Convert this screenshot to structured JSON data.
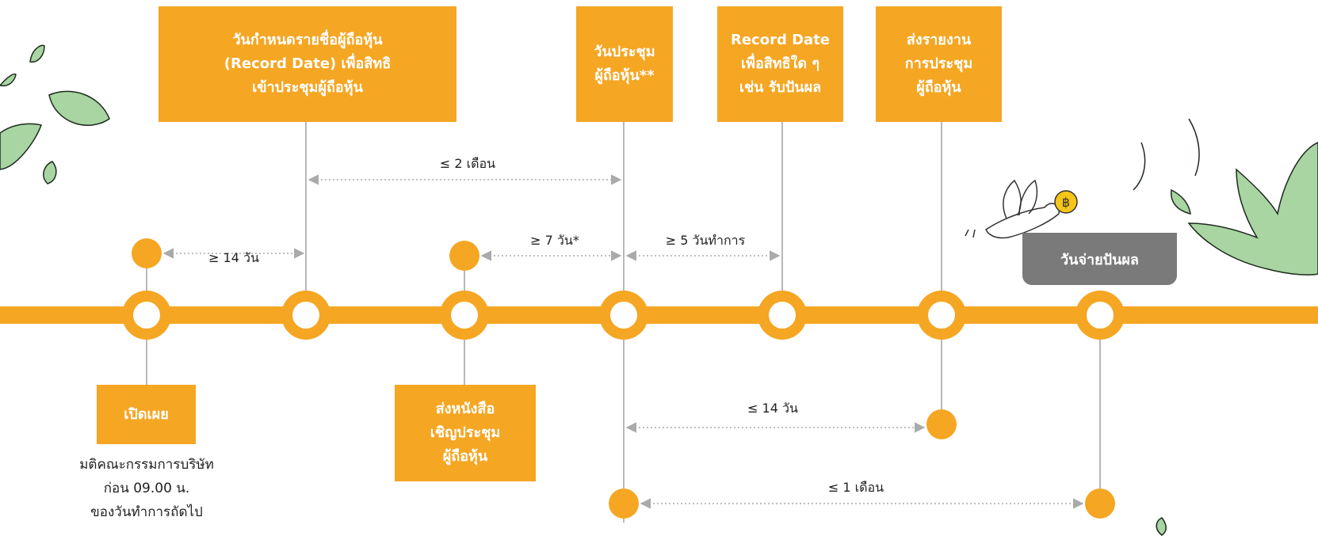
{
  "colors": {
    "accent": "#F5A623",
    "arrow": "#AAAAAA",
    "leaf": "#A8D5A2",
    "gray_box": "#7A7A7A"
  },
  "milestones": {
    "record_date_meeting": "วันกำหนดรายชื่อผู้ถือหุ้น\n(Record Date) เพื่อสิทธิ\nเข้าประชุมผู้ถือหุ้น",
    "meeting_day": "วันประชุม\nผู้ถือหุ้น**",
    "record_date_dividend": "Record Date\nเพื่อสิทธิใด ๆ\nเช่น รับปันผล",
    "send_report": "ส่งรายงาน\nการประชุม\nผู้ถือหุ้น",
    "disclose": "เปิดเผย",
    "send_invitation": "ส่งหนังสือ\nเชิญประชุม\nผู้ถือหุ้น",
    "dividend_payment": "วันจ่ายปันผล"
  },
  "intervals": {
    "le_2_months": "≤ 2 เดือน",
    "ge_14_days": "≥ 14 วัน",
    "ge_7_days": "≥ 7 วัน*",
    "ge_5_business_days": "≥ 5 วันทำการ",
    "le_14_days": "≤ 14 วัน",
    "le_1_month": "≤ 1 เดือน"
  },
  "notes": {
    "board_resolution": "มติคณะกรรมการบริษัท\nก่อน 09.00 น.\nของวันทำการถัดไป"
  },
  "icons": [
    "leaf-icon",
    "bird-icon",
    "baht-coin-icon",
    "plant-icon"
  ]
}
